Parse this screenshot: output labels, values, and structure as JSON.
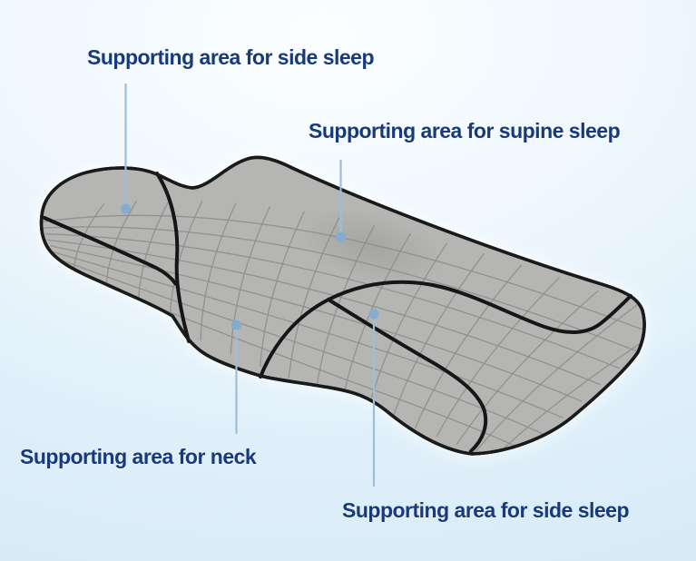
{
  "diagram": {
    "subject": "Contour pillow support zones",
    "labels": [
      {
        "id": "side-sleep-left",
        "text": "Supporting area for side sleep"
      },
      {
        "id": "supine-sleep",
        "text": "Supporting area for supine sleep"
      },
      {
        "id": "neck",
        "text": "Supporting area for neck"
      },
      {
        "id": "side-sleep-right",
        "text": "Supporting area for side sleep"
      }
    ],
    "colors": {
      "label_text": "#183a7c",
      "leader_line": "#9cbeda",
      "leader_dot": "#84acd0",
      "pillow_fill": "#b5b5b3",
      "pillow_grid": "#8d8d8b",
      "pillow_outline": "#1a1a1a",
      "background_center": "#fbfeff",
      "background_edge": "#d8ebf7"
    }
  }
}
